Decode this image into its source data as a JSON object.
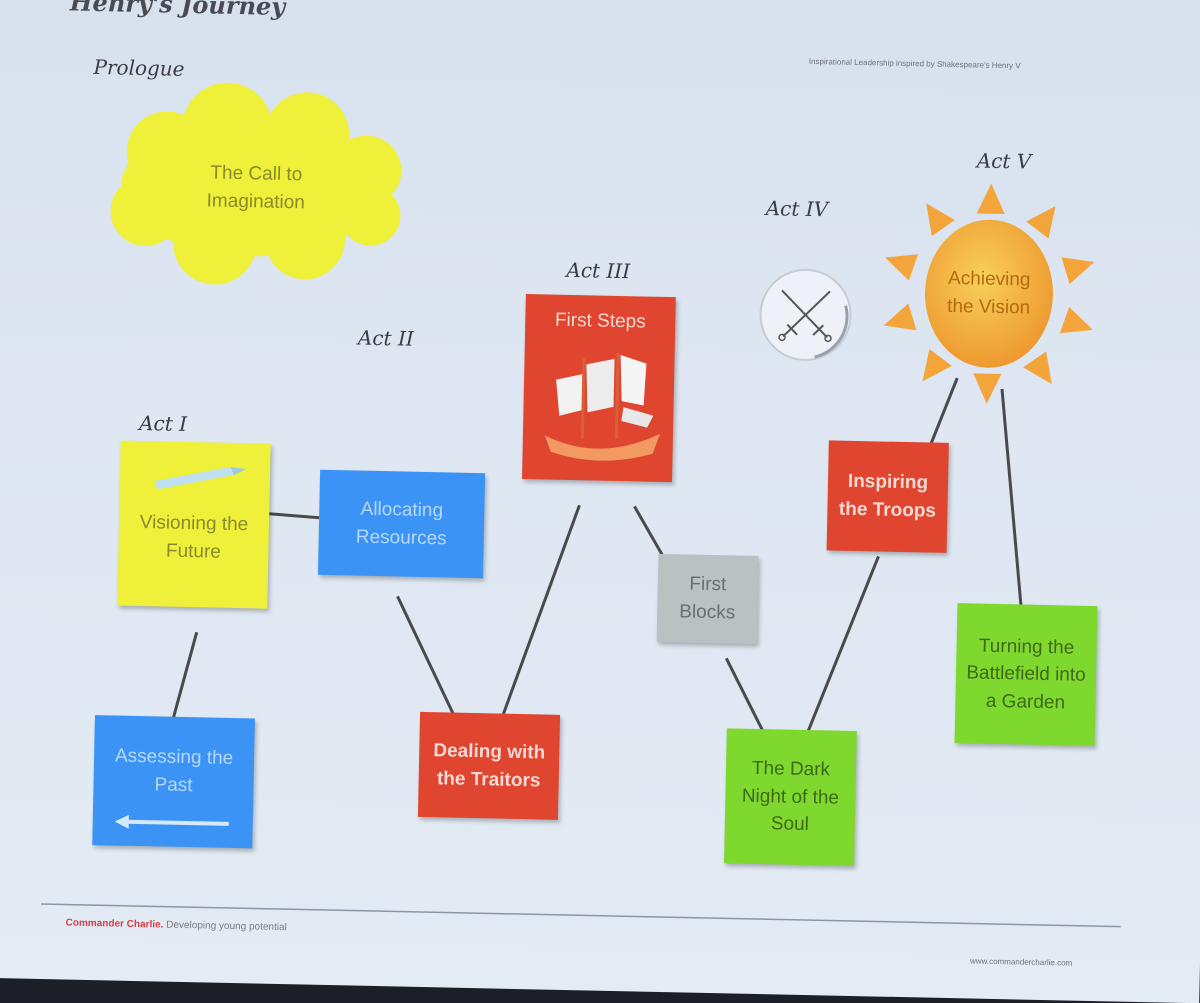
{
  "header": {
    "title": "Henry's Journey",
    "subtitle": "Inspirational Leadership inspired by Shakespeare's Henry V"
  },
  "acts": {
    "prologue": "Prologue",
    "act1": "Act I",
    "act2": "Act II",
    "act3": "Act III",
    "act4": "Act IV",
    "act5": "Act V"
  },
  "nodes": {
    "call": "The Call to Imagination",
    "visioning": "Visioning the Future",
    "assessing": "Assessing the Past",
    "allocating": "Allocating Resources",
    "dealing": "Dealing with the Traitors",
    "first_steps": "First Steps",
    "first_blocks": "First Blocks",
    "dark_night": "The Dark Night of the Soul",
    "inspiring": "Inspiring the Troops",
    "achieving": "Achieving the Vision",
    "turning": "Turning the Battlefield into a Garden"
  },
  "footer": {
    "brand": "Commander Charlie.",
    "tagline": "Developing young potential",
    "url": "www.commandercharlie.com"
  },
  "colors": {
    "yellow": "#eef03a",
    "blue": "#3b93f6",
    "red": "#e0452f",
    "green": "#7fd82e",
    "grey": "#b9c2c3",
    "sun": "#f2b23c"
  }
}
